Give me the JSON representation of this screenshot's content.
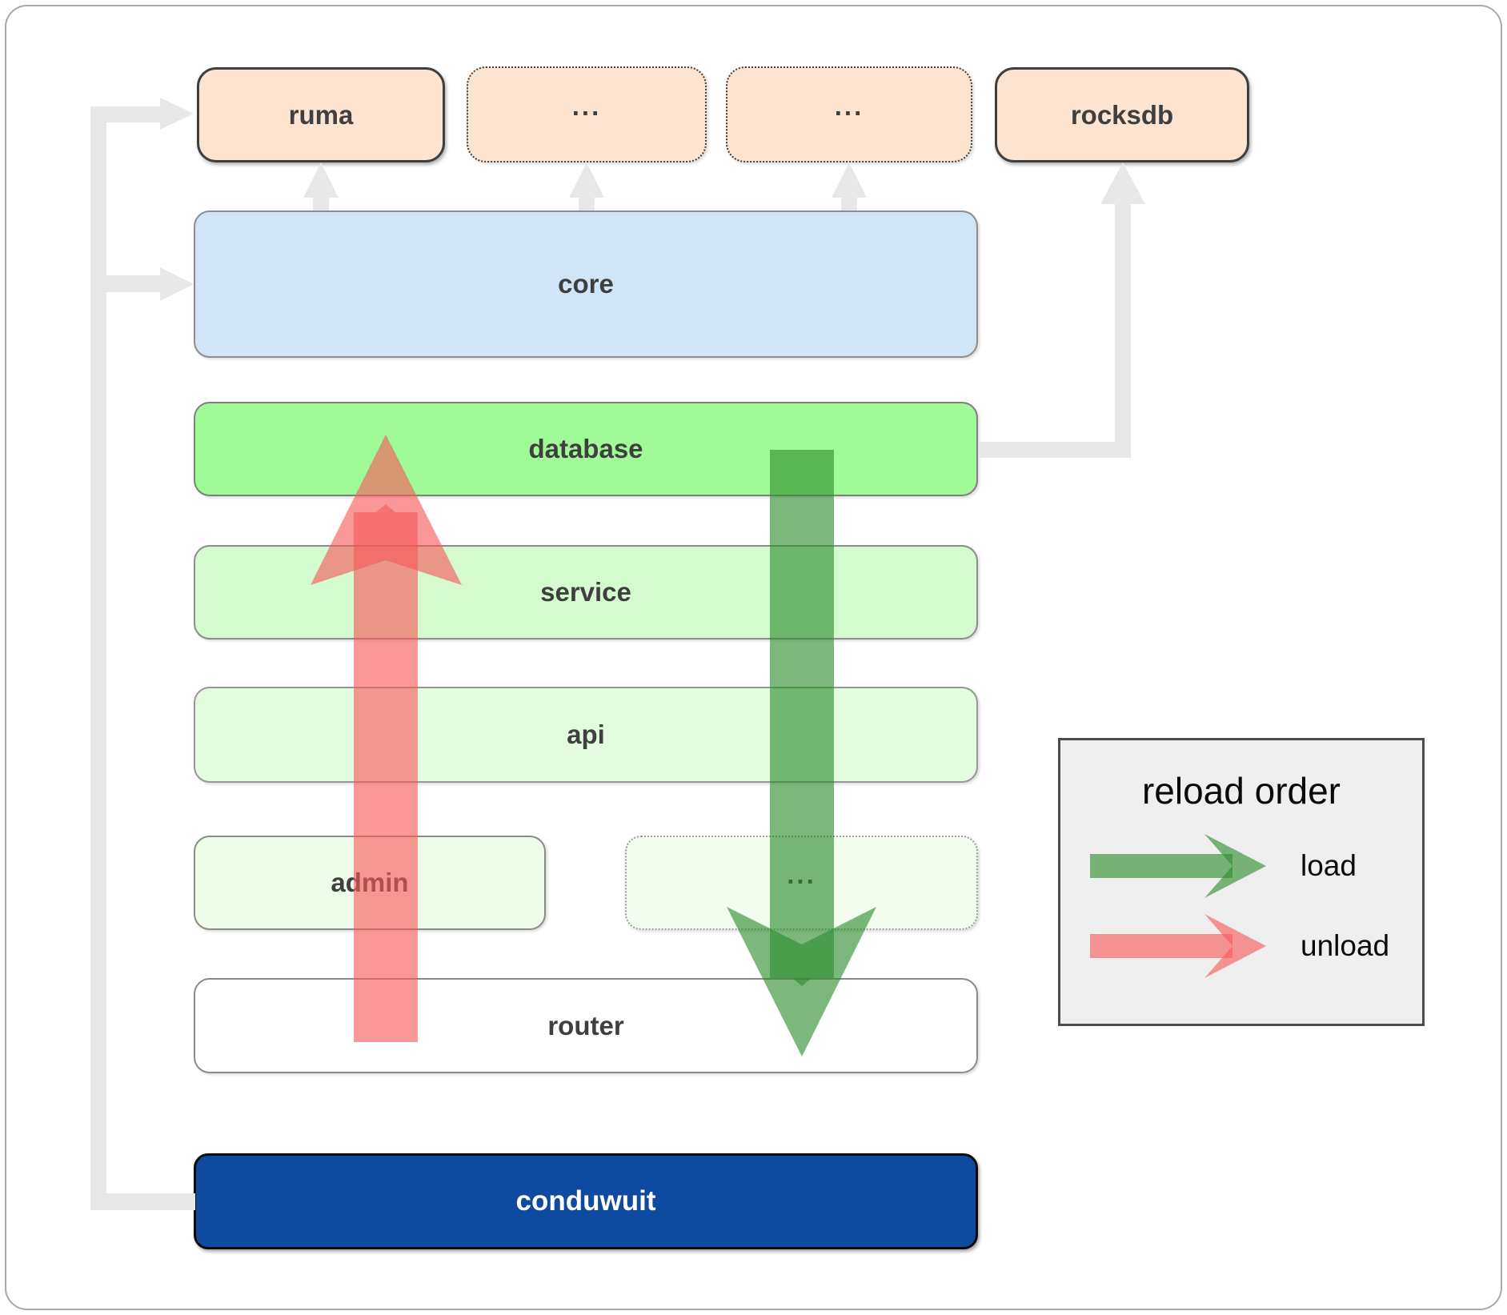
{
  "diagram": {
    "nodes": {
      "ruma": {
        "label": "ruma"
      },
      "ellipsis_top_left": {
        "label": "..."
      },
      "ellipsis_top_right": {
        "label": "..."
      },
      "rocksdb": {
        "label": "rocksdb"
      },
      "core": {
        "label": "core"
      },
      "database": {
        "label": "database"
      },
      "service": {
        "label": "service"
      },
      "api": {
        "label": "api"
      },
      "admin": {
        "label": "admin"
      },
      "ellipsis_modules": {
        "label": "..."
      },
      "router": {
        "label": "router"
      },
      "conduwuit": {
        "label": "conduwuit"
      }
    },
    "legend": {
      "title": "reload order",
      "items": [
        {
          "label": "load",
          "arrow": "load-green-arrow"
        },
        {
          "label": "unload",
          "arrow": "unload-red-arrow"
        }
      ]
    }
  },
  "colors": {
    "peach-fill": "#fce4d1",
    "core-blue": "#d1e5f7",
    "database-green": "#a0fa98",
    "service-green": "#d5facf",
    "api-green": "#e3fbdf",
    "admin-green": "#eefdea",
    "ellipsis-green": "#f2fdf0",
    "router-white": "#ffffff",
    "conduwuit-blue": "#0e4a9f",
    "load-green": "#2c8c2c",
    "unload-red": "#f75858",
    "connector-gray": "#e8e8e8",
    "label-dark": "#3f3f3f",
    "legend-bg": "#efefef"
  }
}
